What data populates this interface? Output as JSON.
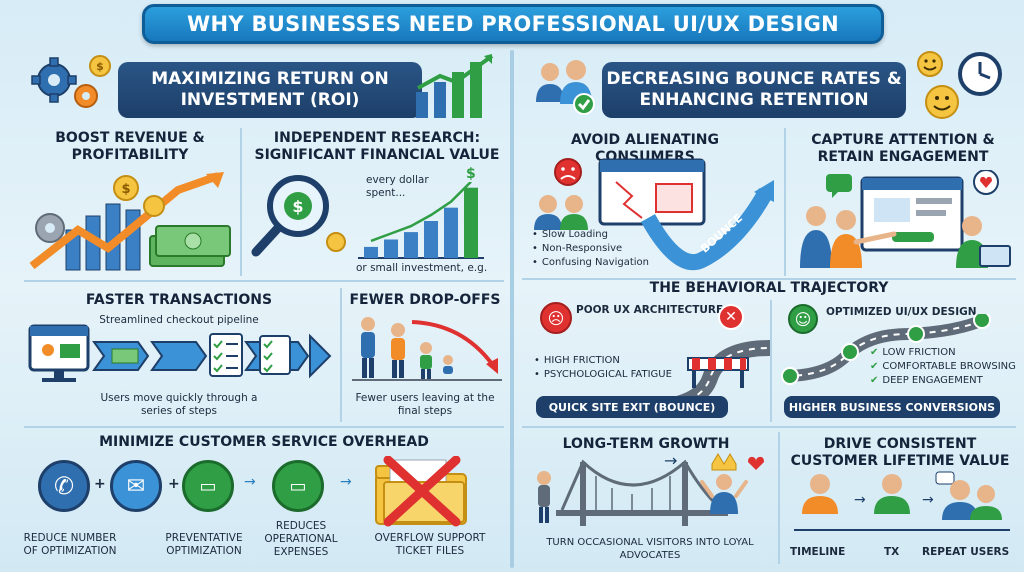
{
  "title": "WHY BUSINESSES NEED PROFESSIONAL UI/UX DESIGN",
  "left": {
    "banner": "MAXIMIZING RETURN ON INVESTMENT (ROI)",
    "revenue": {
      "heading": "BOOST REVENUE & PROFITABILITY"
    },
    "research": {
      "heading": "INDEPENDENT RESEARCH: SIGNIFICANT FINANCIAL VALUE",
      "note": "every dollar spent...",
      "footnote": "or small investment, e.g.",
      "symbol": "$",
      "bars": [
        0.15,
        0.25,
        0.35,
        0.5,
        0.68,
        0.95
      ]
    },
    "transactions": {
      "heading": "FASTER TRANSACTIONS",
      "subheading": "Streamlined checkout pipeline",
      "caption": "Users move quickly through a series of steps"
    },
    "dropoffs": {
      "heading": "FEWER DROP-OFFS",
      "caption": "Fewer users leaving at the final steps"
    },
    "service": {
      "heading": "MINIMIZE CUSTOMER SERVICE OVERHEAD",
      "step1": "REDUCE NUMBER OF OPTIMIZATION",
      "step2": "PREVENTATIVE OPTIMIZATION",
      "step3": "REDUCES OPERATIONAL EXPENSES",
      "step4": "OVERFLOW SUPPORT TICKET FILES"
    }
  },
  "right": {
    "banner": "DECREASING BOUNCE RATES & ENHANCING RETENTION",
    "alienating": {
      "heading": "AVOID ALIENATING CONSUMERS",
      "items": [
        "Slow Loading",
        "Non-Responsive",
        "Confusing Navigation"
      ],
      "bounce_label": "BOUNCE"
    },
    "capture": {
      "heading": "CAPTURE ATTENTION & RETAIN ENGAGEMENT"
    },
    "trajectory": {
      "heading": "THE BEHAVIORAL TRAJECTORY",
      "poor": {
        "label": "POOR UX ARCHITECTURE",
        "items": [
          "HIGH FRICTION",
          "PSYCHOLOGICAL FATIGUE"
        ],
        "result": "QUICK SITE EXIT (BOUNCE)"
      },
      "good": {
        "label": "OPTIMIZED UI/UX DESIGN",
        "items": [
          "LOW FRICTION",
          "COMFORTABLE BROWSING",
          "DEEP ENGAGEMENT"
        ],
        "result": "HIGHER BUSINESS CONVERSIONS"
      }
    },
    "growth": {
      "heading": "LONG-TERM GROWTH",
      "caption": "TURN OCCASIONAL VISITORS INTO LOYAL ADVOCATES"
    },
    "lifetime": {
      "heading": "DRIVE CONSISTENT CUSTOMER LIFETIME VALUE",
      "labels": [
        "TIMELINE",
        "TX",
        "REPEAT USERS"
      ]
    }
  },
  "colors": {
    "title_bg": "#1f86c8",
    "banner_bg": "#1d3f69",
    "accent_orange": "#f28c28",
    "accent_green": "#2f9e44",
    "accent_red": "#e03131"
  },
  "icons": [
    "gear-icon",
    "coin-icon",
    "growth-chart-icon",
    "magnifier-icon",
    "cart-icon",
    "phone-icon",
    "mail-icon",
    "chat-icon",
    "folder-icon",
    "smiley-icon",
    "clock-icon",
    "bridge-icon",
    "heart-icon",
    "crown-icon"
  ]
}
